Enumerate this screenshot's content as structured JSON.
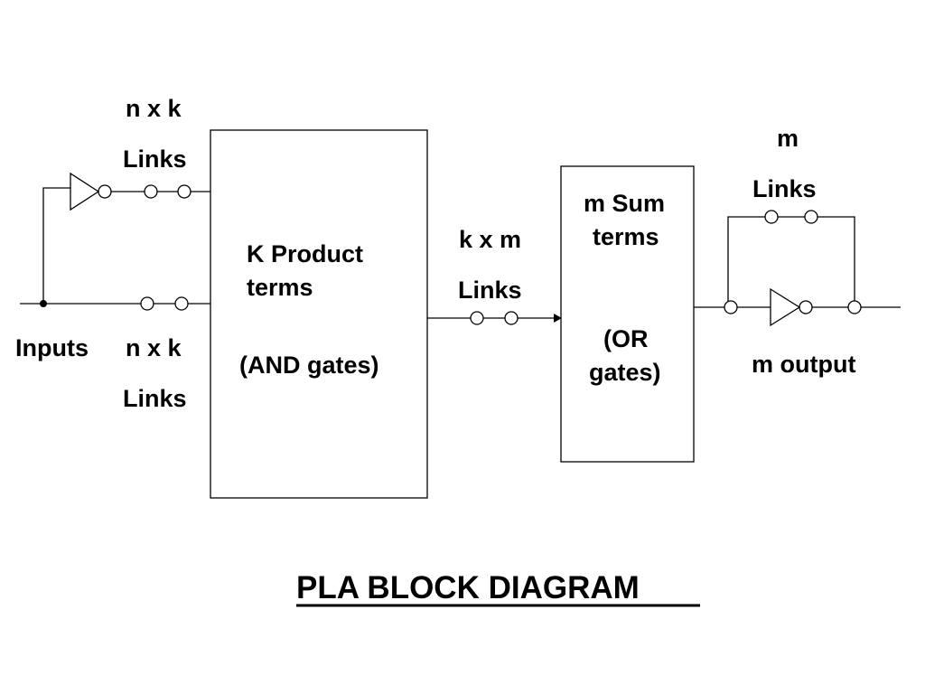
{
  "labels": {
    "top_left_links_1": "n x k",
    "top_left_links_2": "Links",
    "bottom_left_links_1": "n x k",
    "bottom_left_links_2": "Links",
    "inputs": "Inputs",
    "and_block_1": "K Product",
    "and_block_2": "terms",
    "and_block_3": "(AND gates)",
    "mid_links_1": "k x m",
    "mid_links_2": "Links",
    "or_block_1": "m Sum",
    "or_block_2": "terms",
    "or_block_3": "(OR",
    "or_block_4": "gates)",
    "right_links_1": "m",
    "right_links_2": "Links",
    "output": "m output"
  },
  "title": "PLA BLOCK DIAGRAM"
}
